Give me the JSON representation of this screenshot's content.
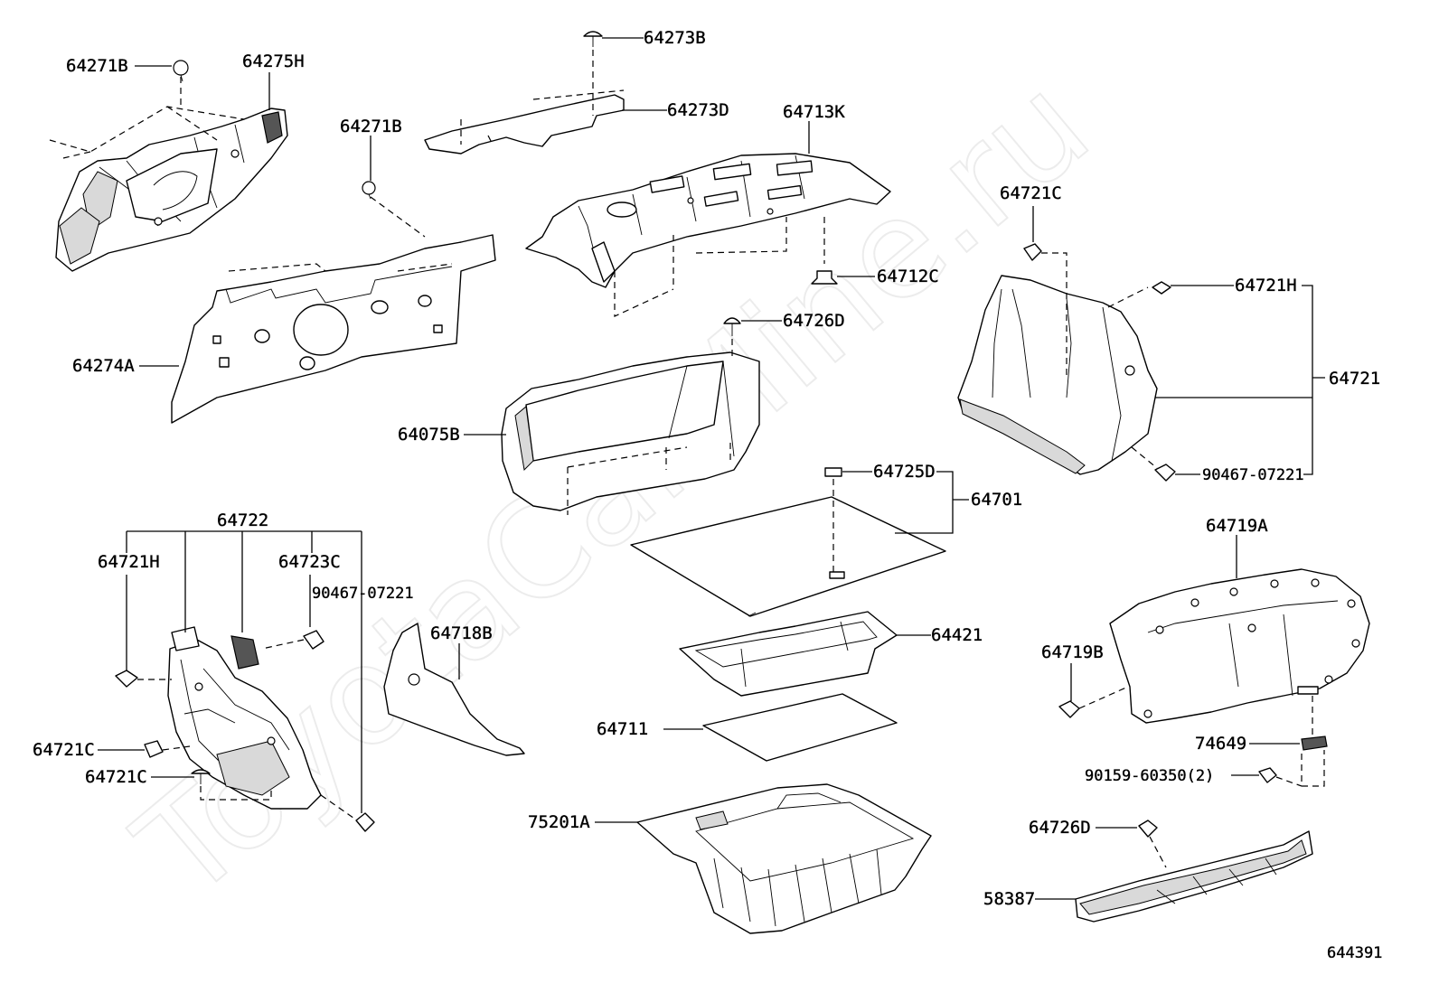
{
  "watermark": "ToyotaCarMine.ru",
  "diagram_id": "644391",
  "labels": {
    "p64271B_a": "64271B",
    "p64275H": "64275H",
    "p64271B_b": "64271B",
    "p64274A": "64274A",
    "p64273B": "64273B",
    "p64273D": "64273D",
    "p64713K": "64713K",
    "p64712C": "64712C",
    "p64726D_a": "64726D",
    "p64075B": "64075B",
    "p64725D": "64725D",
    "p64701": "64701",
    "p64421": "64421",
    "p64711": "64711",
    "p75201A": "75201A",
    "p64721C_a": "64721C",
    "p64721H_a": "64721H",
    "p64721": "64721",
    "p90467_a": "90467-07221",
    "p64719A": "64719A",
    "p64719B": "64719B",
    "p74649": "74649",
    "p90159": "90159-60350(2)",
    "p64726D_b": "64726D",
    "p58387": "58387",
    "p64722": "64722",
    "p64721H_b": "64721H",
    "p64723C": "64723C",
    "p90467_b": "90467-07221",
    "p64718B": "64718B",
    "p64721C_b": "64721C",
    "p64721C_c": "64721C"
  }
}
